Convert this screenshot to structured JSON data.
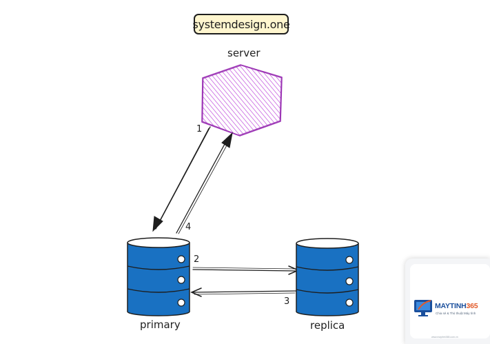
{
  "brand": "systemdesign.one",
  "nodes": {
    "server": "server",
    "primary": "primary",
    "replica": "replica"
  },
  "steps": [
    "1",
    "2",
    "3",
    "4"
  ],
  "colors": {
    "server_stroke": "#9c36b5",
    "server_fill": "#be4bdb",
    "db_fill": "#1971c2",
    "db_stroke": "#1e1e1e",
    "brand_box_bg": "#fff6cf",
    "ink": "#1e1e1e"
  },
  "watermark": {
    "name_main": "MAYTINH",
    "name_accent": "365",
    "tagline": "Chia sẻ & Thủ thuật Máy tính",
    "url": "www.maytinh365.com.vn"
  }
}
